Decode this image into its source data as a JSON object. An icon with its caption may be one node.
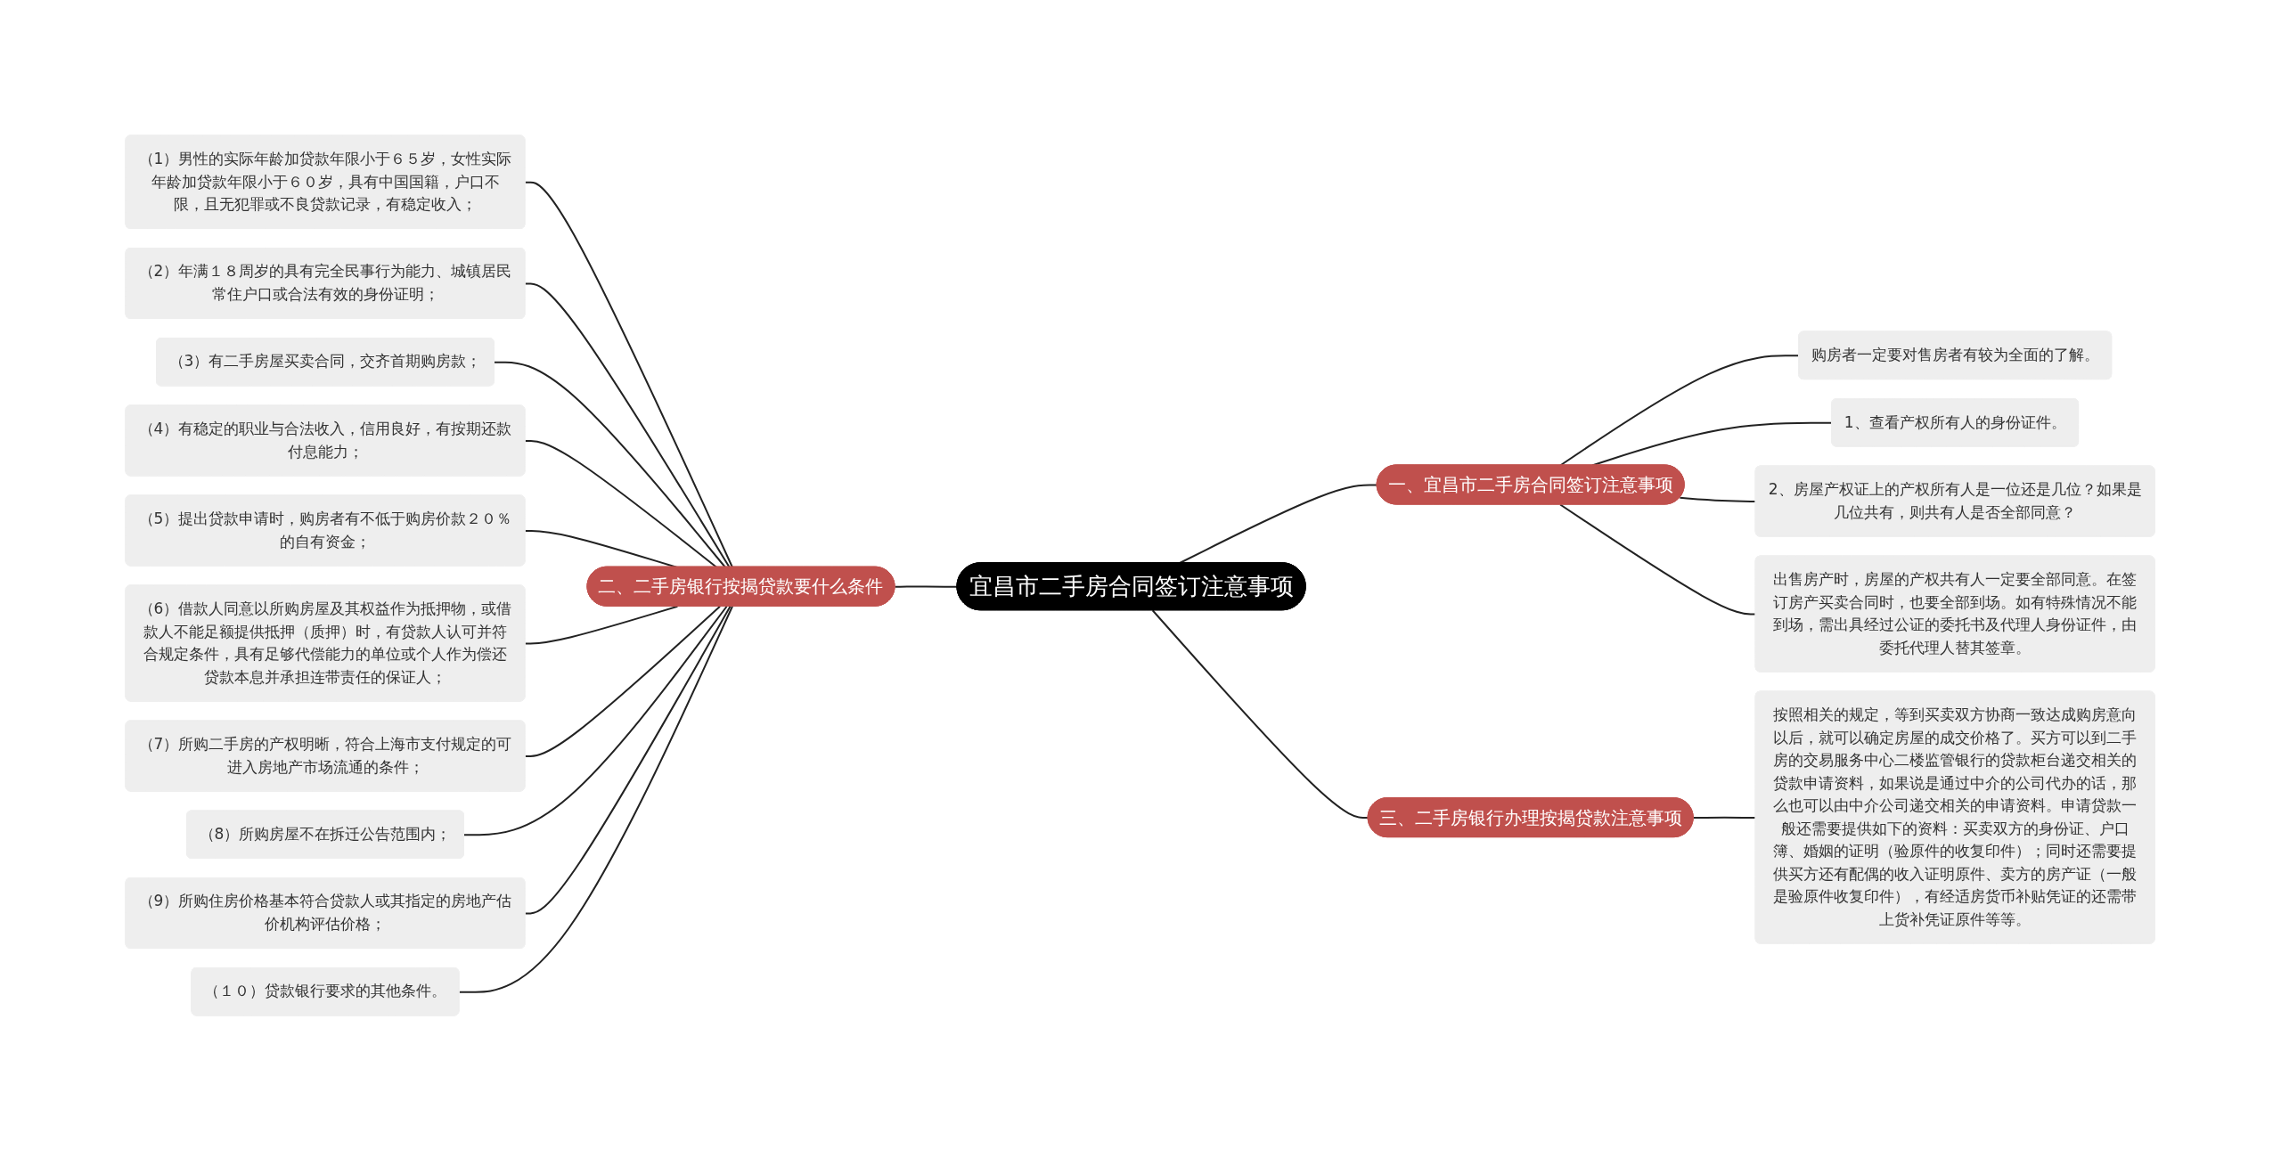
{
  "diagram": {
    "nodes": [
      {
        "text": [
          "宜昌市二手房合同签订注意事项"
        ]
      },
      {
        "text": [
          "一、宜昌市二手房合同签订注意事项"
        ]
      },
      {
        "text": [
          "购房者一定要对售房者有较为全面的了解。"
        ]
      },
      {
        "text": [
          "1、查看产权所有人的身份证件。"
        ]
      },
      {
        "text": [
          "2、房屋产权证上的产权所有人是一位还是几位？如果是几位共有，则共有人是否全部同意？"
        ]
      },
      {
        "text": [
          "出售房产时，房屋的产权共有人一定要全部同意。在签订房产买卖合同时，也要全部到场。如有特殊情况不能到场，需出具经过公证的委托书及代理人身份证件，由委托代理人替其签章。"
        ]
      },
      {
        "text": [
          "二、二手房银行按揭贷款要什么条件"
        ]
      },
      {
        "text": [
          "（1）男性的实际年龄加贷款年限小于６５岁，女性实际年龄加贷款年限小于６０岁，具有中国国籍，户口不限，且无犯罪或不良贷款记录，有稳定收入；"
        ]
      },
      {
        "text": [
          "（2）年满１８周岁的具有完全民事行为能力、城镇居民常住户口或合法有效的身份证明；"
        ]
      },
      {
        "text": [
          "（3）有二手房屋买卖合同，交齐首期购房款；"
        ]
      },
      {
        "text": [
          "（4）有稳定的职业与合法收入，信用良好，有按期还款付息能力；"
        ]
      },
      {
        "text": [
          "（5）提出贷款申请时，购房者有不低于购房价款２０％的自有资金；"
        ]
      },
      {
        "text": [
          "（6）借款人同意以所购房屋及其权益作为抵押物，或借款人不能足额提供抵押（质押）时，有贷款人认可并符合规定条件，具有足够代偿能力的单位或个人作为偿还贷款本息并承担连带责任的保证人；"
        ]
      },
      {
        "text": [
          "（7）所购二手房的产权明晰，符合上海市支付规定的可进入房地产市场流通的条件；"
        ]
      },
      {
        "text": [
          "（8）所购房屋不在拆迁公告范围内；"
        ]
      },
      {
        "text": [
          "（9）所购住房价格基本符合贷款人或其指定的房地产估价机构评估价格；"
        ]
      },
      {
        "text": [
          "（１０）贷款银行要求的其他条件。"
        ]
      },
      {
        "text": [
          "三、二手房银行办理按揭贷款注意事项"
        ]
      },
      {
        "text": [
          "按照相关的规定，等到买卖双方协商一致达成购房意向以后，就可以确定房屋的成交价格了。买方可以到二手房的交易服务中心二楼监管银行的贷款柜台递交相关的贷款申请资料，如果说是通过中介的公司代办的话，那么也可以由中介公司递交相关的申请资料。申请贷款一般还需要提供如下的资料：买卖双方的身份证、户口簿、婚姻的证明（验原件的收复印件）；同时还需要提供买方还有配偶的收入证明原件、卖方的房产证（一般是验原件收复印件），有经适房货币补贴凭证的还需带上货补凭证原件等等。"
        ]
      }
    ],
    "edges": [
      {
        "from": 0,
        "to": 1,
        "arrow": "none"
      },
      {
        "from": 1,
        "to": 2,
        "arrow": "none"
      },
      {
        "from": 1,
        "to": 3,
        "arrow": "none"
      },
      {
        "from": 1,
        "to": 4,
        "arrow": "none"
      },
      {
        "from": 1,
        "to": 5,
        "arrow": "none"
      },
      {
        "from": 6,
        "to": 0,
        "arrow": "none"
      },
      {
        "from": 7,
        "to": 6,
        "arrow": "none"
      },
      {
        "from": 8,
        "to": 6,
        "arrow": "none"
      },
      {
        "from": 9,
        "to": 6,
        "arrow": "none"
      },
      {
        "from": 10,
        "to": 6,
        "arrow": "none"
      },
      {
        "from": 11,
        "to": 6,
        "arrow": "none"
      },
      {
        "from": 12,
        "to": 6,
        "arrow": "none"
      },
      {
        "from": 13,
        "to": 6,
        "arrow": "none"
      },
      {
        "from": 14,
        "to": 6,
        "arrow": "none"
      },
      {
        "from": 15,
        "to": 6,
        "arrow": "none"
      },
      {
        "from": 16,
        "to": 6,
        "arrow": "none"
      },
      {
        "from": 0,
        "to": 17,
        "arrow": "none"
      },
      {
        "from": 17,
        "to": 18,
        "arrow": "none"
      }
    ]
  }
}
